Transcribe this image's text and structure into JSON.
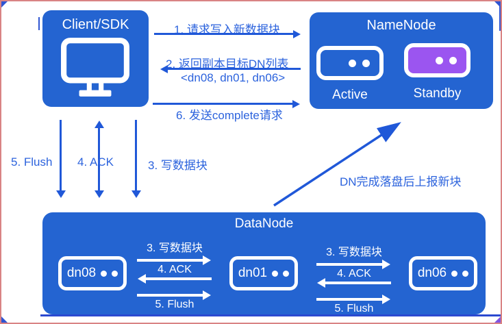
{
  "palette": {
    "node_blue": "#2464d1",
    "arrow_blue": "#2058d8",
    "label_blue": "#2c63dd",
    "standby_purple": "#9b55f0",
    "frame_border": "#d98384",
    "icon_white": "#ffffff"
  },
  "client": {
    "title": "Client/SDK"
  },
  "namenode": {
    "title": "NameNode",
    "active_label": "Active",
    "standby_label": "Standby"
  },
  "rpc": {
    "msg1": "1. 请求写入新数据块",
    "msg2": "2. 返回副本目标DN列表",
    "msg2_detail": "<dn08, dn01, dn06>",
    "msg6": "6. 发送complete请求"
  },
  "client_dn_flow": {
    "flush": "5. Flush",
    "ack": "4. ACK",
    "write": "3. 写数据块"
  },
  "report_label": "DN完成落盘后上报新块",
  "datanode": {
    "title": "DataNode",
    "nodes": [
      "dn08",
      "dn01",
      "dn06"
    ],
    "pipeline": {
      "write": "3. 写数据块",
      "ack": "4. ACK",
      "flush": "5. Flush"
    }
  }
}
